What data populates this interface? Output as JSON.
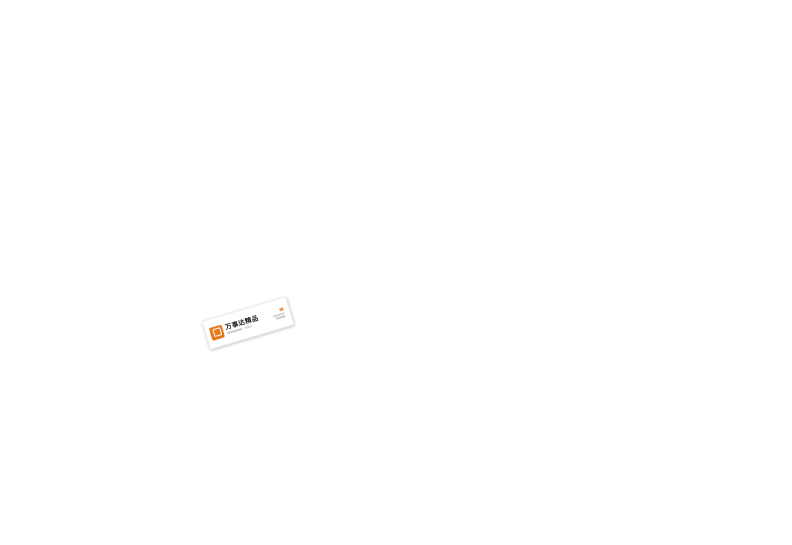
{
  "page": {
    "background_color": "#ffffff",
    "description": "white page with one small tilted card image"
  },
  "card": {
    "title": "万事达精品",
    "brand_color": "#e87a1e",
    "title_color": "#1c1c1c",
    "logo_icon": "orange-rounded-square-logo",
    "right_mark_icon": "small-orange-brand-mark"
  }
}
